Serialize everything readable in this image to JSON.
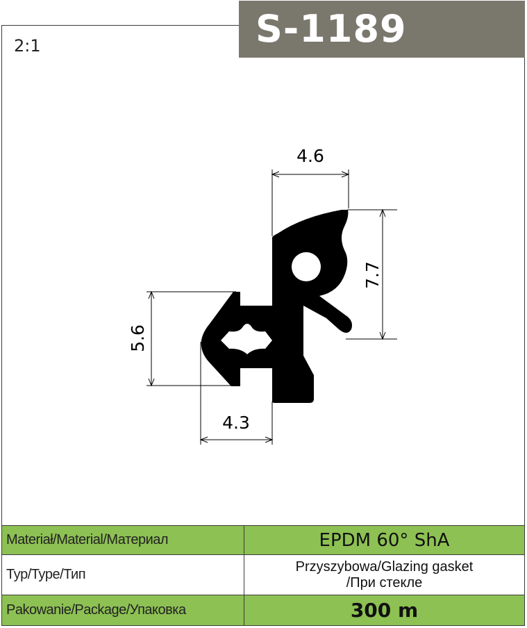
{
  "product": {
    "code": "S-1189",
    "scale": "2:1"
  },
  "dimensions": {
    "top_width": "4.6",
    "right_height": "7.7",
    "left_height": "5.6",
    "bottom_width": "4.3"
  },
  "specs": [
    {
      "label": "Materiał/Material/Материал",
      "value": "EPDM 60° ShA"
    },
    {
      "label": "Typ/Type/Тип",
      "value_line1": "Przyszybowa/Glazing gasket",
      "value_line2": "/При стекле"
    },
    {
      "label": "Pakowanie/Package/Упаковка",
      "value": "300 m"
    }
  ],
  "colors": {
    "banner": "#7a786d",
    "row_highlight": "#8dc153",
    "profile": "#000000"
  }
}
